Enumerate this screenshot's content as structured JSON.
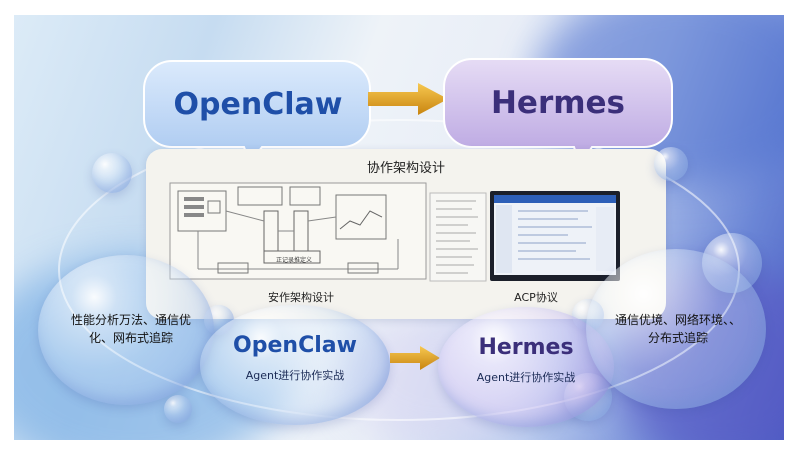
{
  "top_left_title": "OpenClaw",
  "top_right_title": "Hermes",
  "panel": {
    "title": "协作架构设计",
    "left_caption": "安作架构设计",
    "right_caption": "ACP协议",
    "diagram_center_label": "正记录推定义"
  },
  "bottom": {
    "left_bubble_text": "性能分析万法、通信优化、网布式追踪",
    "mid_left_title": "OpenClaw",
    "mid_left_subtitle": "Agent进行协作实战",
    "mid_right_title": "Hermes",
    "mid_right_subtitle": "Agent进行协作实战",
    "right_bubble_text": "通信优境、网络环境、、分布式追踪"
  },
  "colors": {
    "openclaw_blue": "#1f4fa8",
    "hermes_purple": "#3b2f7a",
    "arrow_gold": "#e0a21d"
  }
}
